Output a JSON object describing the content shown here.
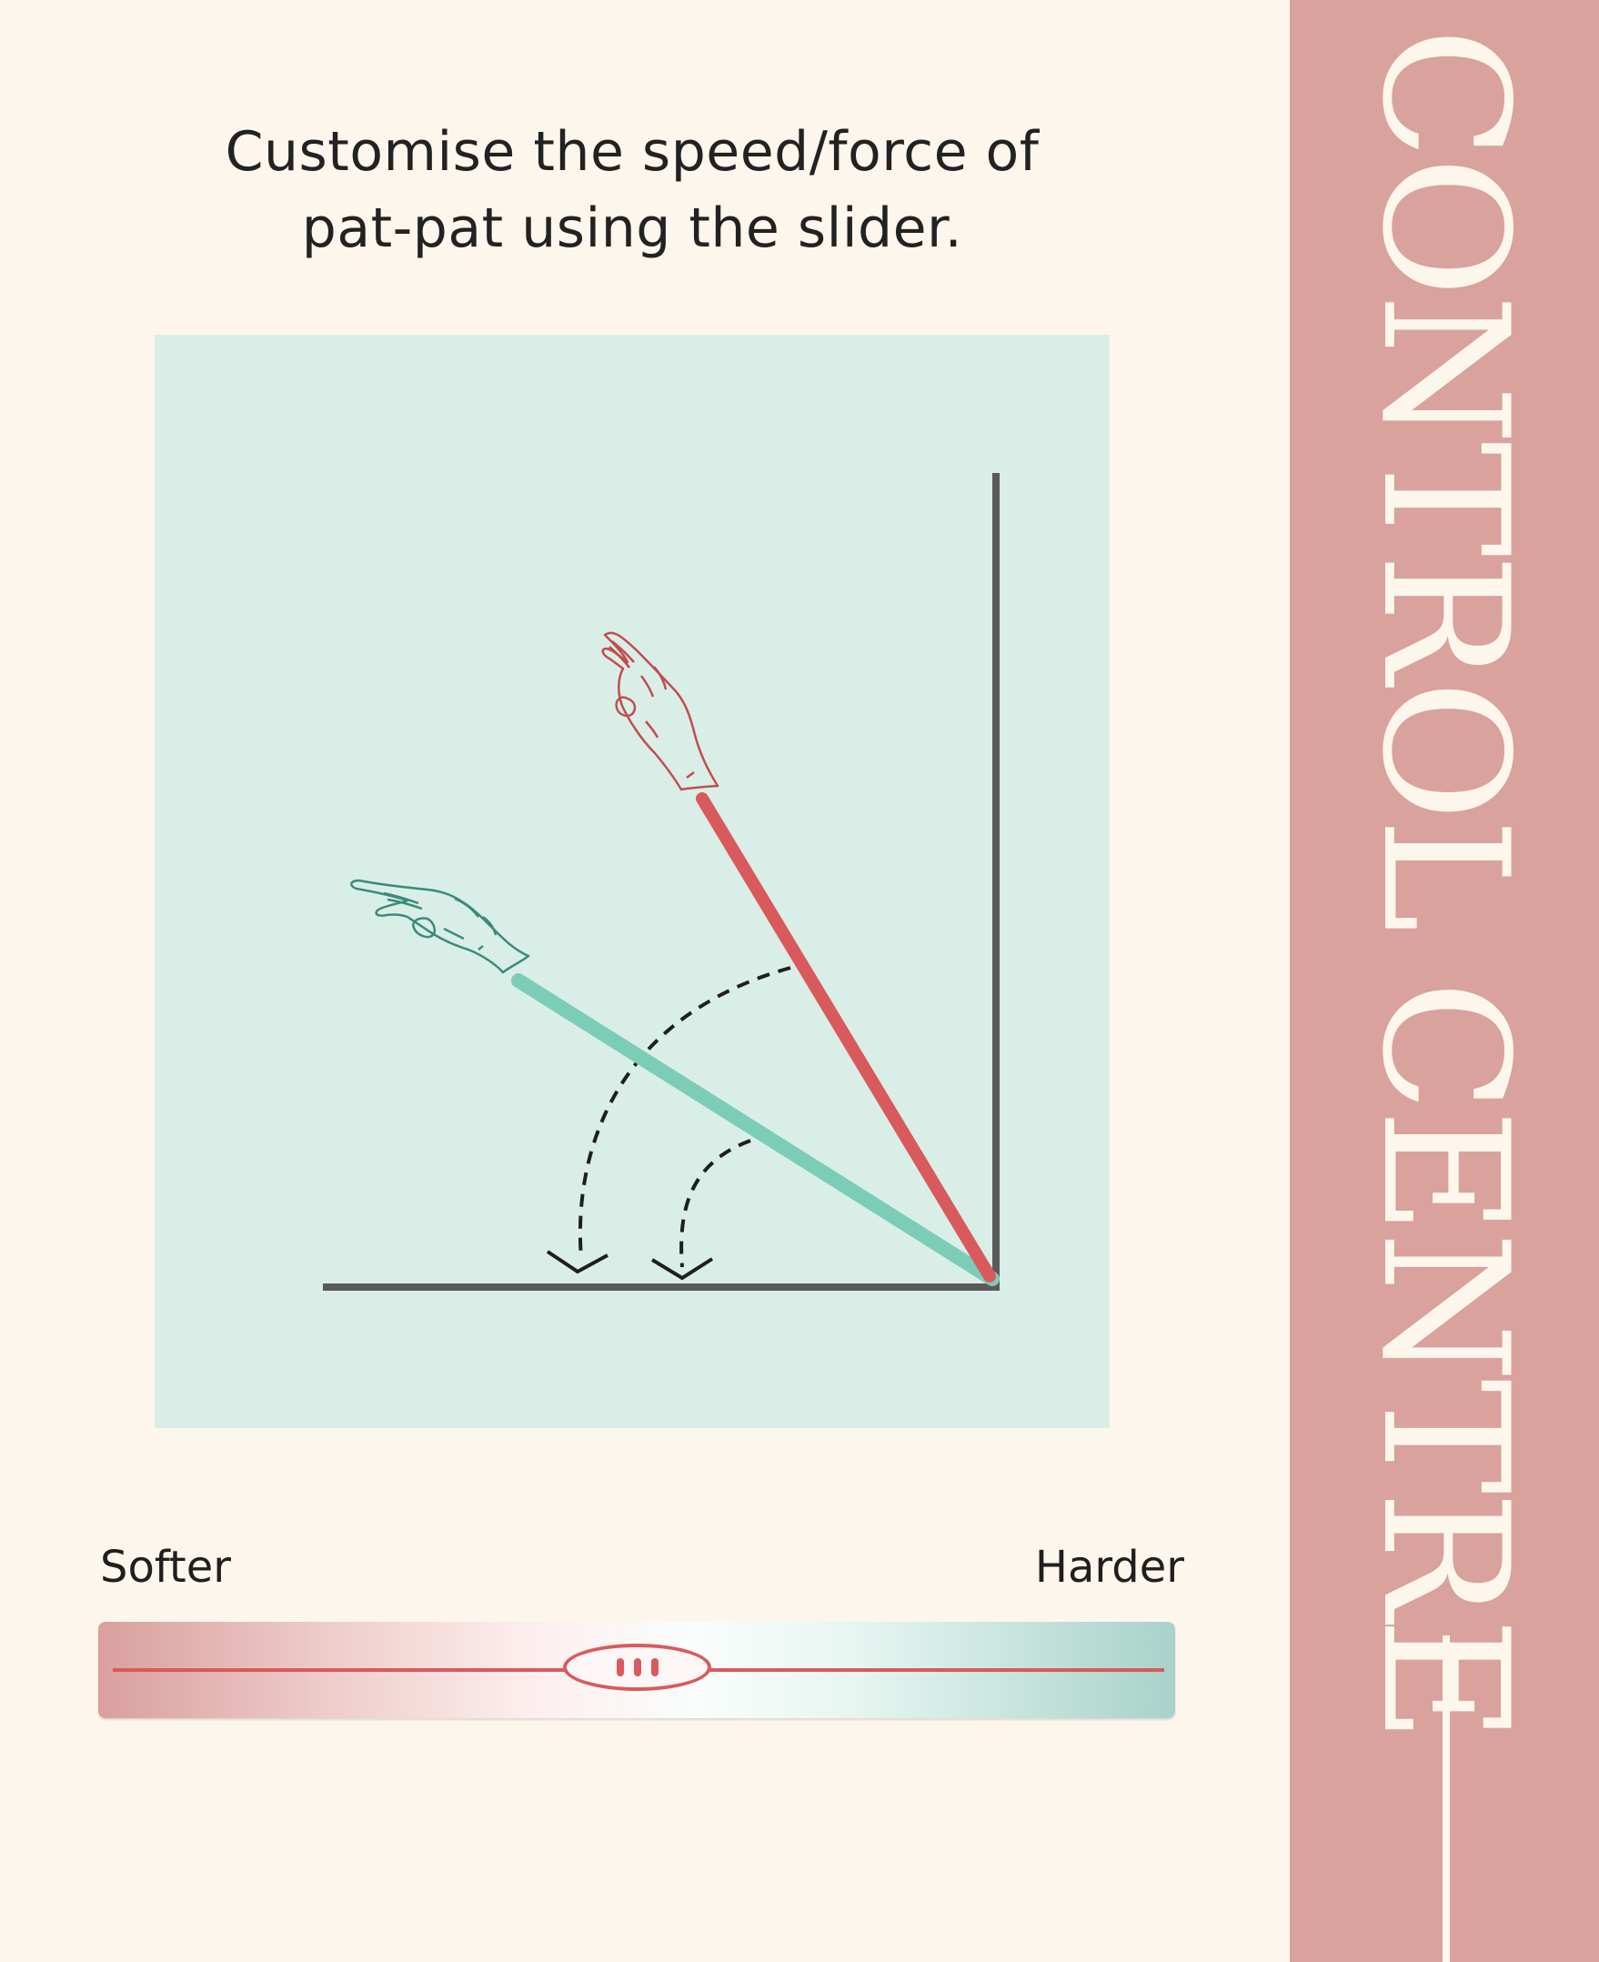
{
  "instruction": {
    "line1": "Customise the speed/force of",
    "line2": "pat-pat using the slider."
  },
  "slider": {
    "min_label": "Softer",
    "max_label": "Harder",
    "value_fraction": 0.5
  },
  "sidebar": {
    "title": "CONTROL CENTRE"
  },
  "colors": {
    "background": "#fdf6ec",
    "sidebar": "#d9a29d",
    "illustration_bg": "#daeee8",
    "hard_arm": "#d95a5c",
    "soft_arm": "#7ccdb8",
    "axis": "#5a5a5a"
  },
  "icons": {
    "hard_hand": "hand-outline-icon",
    "soft_hand": "hand-outline-icon",
    "arrows": "dashed-curved-arrow-icon"
  }
}
